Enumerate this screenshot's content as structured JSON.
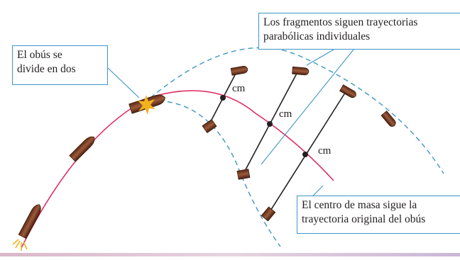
{
  "callouts": {
    "divide": {
      "line1": "El obús se",
      "line2": "divide en dos"
    },
    "fragments": {
      "line1": "Los fragmentos siguen trayectorias",
      "line2": "parabólicas individuales"
    },
    "center_of_mass": {
      "line1": "El centro de masa sigue la",
      "line2": "trayectoria original del obús"
    }
  },
  "cm_label": "cm",
  "colors": {
    "trajectory": "#e0245a",
    "fragment_paths": "#3d96c4",
    "callout_border": "#3d96c4",
    "shell_body": "#8a4a30",
    "explosion": "#f2b21e",
    "rods": "#231f20"
  }
}
